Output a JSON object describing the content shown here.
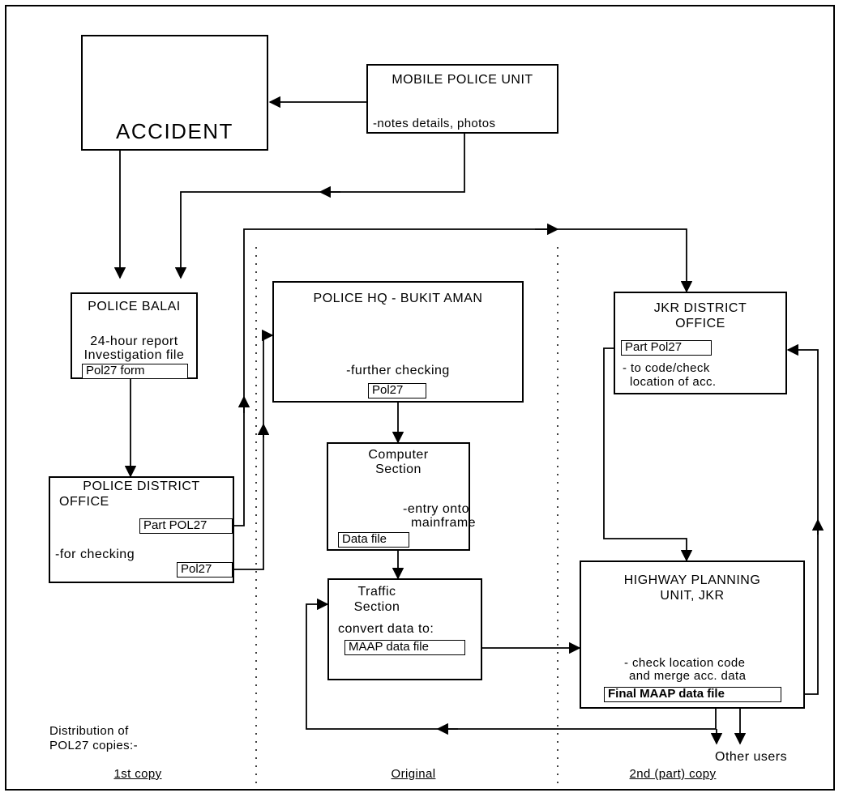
{
  "accident": {
    "label": "ACCIDENT"
  },
  "mobile_police": {
    "title": "MOBILE POLICE UNIT",
    "note": "-notes details, photos"
  },
  "police_balai": {
    "title": "POLICE BALAI",
    "line1": "24-hour report",
    "line2": "Investigation file",
    "form": "Pol27 form"
  },
  "police_district": {
    "title_line1": "POLICE DISTRICT",
    "title_line2": "OFFICE",
    "part_form": "Part POL27",
    "note": "-for checking",
    "form": "Pol27"
  },
  "police_hq": {
    "title": "POLICE HQ - BUKIT AMAN",
    "note": "-further checking",
    "form": "Pol27"
  },
  "computer": {
    "title_line1": "Computer",
    "title_line2": "Section",
    "note_line1": "-entry onto",
    "note_line2": "mainframe",
    "form": "Data file"
  },
  "traffic": {
    "title_line1": "Traffic",
    "title_line2": "Section",
    "note": "convert data to:",
    "form": "MAAP data file"
  },
  "jkr_district": {
    "title_line1": "JKR DISTRICT",
    "title_line2": "OFFICE",
    "part_form": "Part Pol27",
    "note_line1": "- to code/check",
    "note_line2": "location of acc."
  },
  "highway": {
    "title_line1": "HIGHWAY PLANNING",
    "title_line2": "UNIT, JKR",
    "note_line1": "- check location code",
    "note_line2": "and merge acc. data",
    "form": "Final MAAP data file"
  },
  "other_users": "Other users",
  "distribution": {
    "line1": "Distribution of",
    "line2": "POL27 copies:-"
  },
  "columns": {
    "first": "1st copy",
    "original": "Original",
    "second": "2nd (part) copy"
  }
}
